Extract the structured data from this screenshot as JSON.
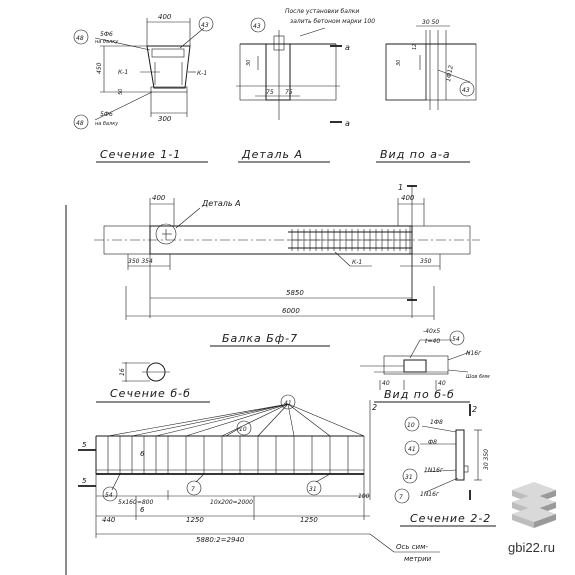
{
  "labels": {
    "d400_top": "400",
    "d300_bottom": "300",
    "mark43": "43",
    "mark48": "48",
    "mark41": "41",
    "mark54": "54",
    "mark7": "7",
    "mark10": "10",
    "mark31": "31",
    "rebar_top": "5Ф6",
    "rebar_top_note": "на балку",
    "rebar_bot": "5Ф6",
    "rebar_bot_note": "на балку",
    "k1": "К-1",
    "d450": "450",
    "d50": "50",
    "d30": "30",
    "d75a": "75",
    "d75b": "75",
    "d12": "12",
    "phi12": "1Ф12",
    "d30_50": "30 50",
    "note_after_install_1": "После установки балки",
    "note_after_install_2": "залить бетоном марки 100",
    "axis_a": "а",
    "d400_left": "400",
    "d400_right": "400",
    "detail_a_leader": "Деталь А",
    "axis_1": "1",
    "d350_354": "350 354",
    "d350_right": "350",
    "d5850": "5850",
    "d6000": "6000",
    "d16": "16",
    "plate": "-40х5",
    "plate_l": "ℓ=40",
    "n16": "N16г",
    "weld": "Шов 6мм",
    "d40_left": "40",
    "d40_right": "40",
    "phi8_1": "1Ф8",
    "phi8_2": "Ф8",
    "n16_1": "1N16г",
    "n16_2": "1N16г",
    "d30_350": "30 350",
    "axis_2": "2",
    "d5": "5",
    "d6": "6",
    "spacing_left": "5х160=800",
    "spacing_mid": "10х200=2000",
    "d440": "440",
    "d1250a": "1250",
    "d1250b": "1250",
    "d100": "100",
    "d5880": "5880:2=2940",
    "sym_axis_1": "Ось сим-",
    "sym_axis_2": "метрии"
  },
  "titles": {
    "section_1_1": "Сечение 1-1",
    "detail_a": "Деталь А",
    "view_a_a": "Вид по а-а",
    "beam": "Балка Бф-7",
    "section_b_b": "Сечение б-б",
    "view_b_b": "Вид по б-б",
    "section_2_2": "Сечение 2-2"
  },
  "watermark": "gbi22.ru",
  "colors": {
    "ink": "#1a1a1a",
    "paper": "#ffffff",
    "logo_light": "#d9d9d9",
    "logo_mid": "#bdbdbd",
    "logo_dark": "#9a9a9a"
  }
}
